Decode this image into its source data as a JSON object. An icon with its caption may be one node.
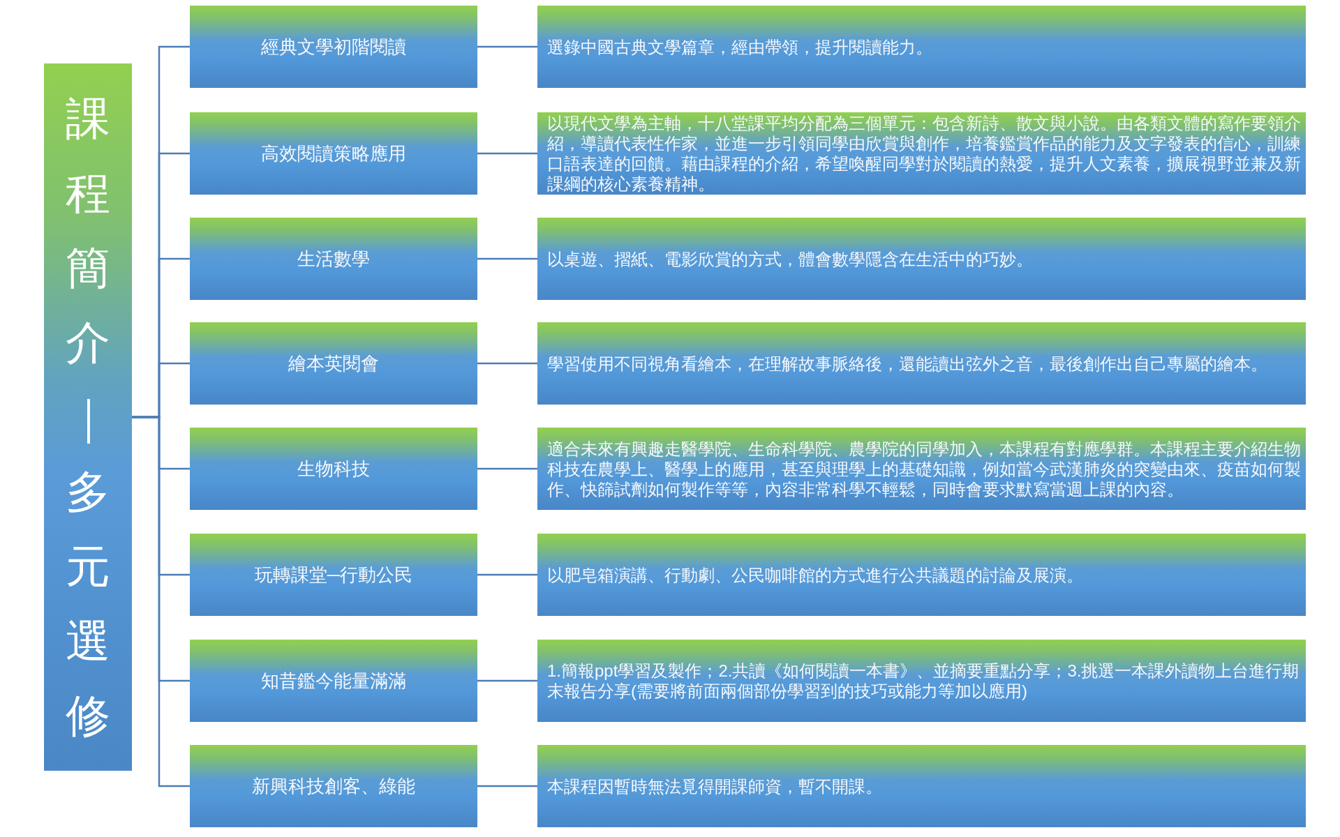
{
  "diagram": {
    "nodes": [
      {
        "text": [
          "課程簡介｜多元選修"
        ]
      },
      {
        "text": [
          "經典文學初階閱讀"
        ]
      },
      {
        "text": [
          "選錄中國古典文學篇章，經由帶領，提升閱讀能力。"
        ]
      },
      {
        "text": [
          "高效閱讀策略應用"
        ]
      },
      {
        "text": [
          "以現代文學為主軸，十八堂課平均分配為三個單元：包含新詩、散文與小說。由各類文體的寫作要領介紹，導讀代表性作家，並進一步引領同學由欣賞與創作，培養鑑賞作品的能力及文字發表的信心，訓練口語表達的回饋。藉由課程的介紹，希望喚醒同學對於閱讀的熱愛，提升人文素養，擴展視野並兼及新課綱的核心素養精神。"
        ]
      },
      {
        "text": [
          "生活數學"
        ]
      },
      {
        "text": [
          "以桌遊、摺紙、電影欣賞的方式，體會數學隱含在生活中的巧妙。"
        ]
      },
      {
        "text": [
          "繪本英閱會"
        ]
      },
      {
        "text": [
          "學習使用不同視角看繪本，在理解故事脈絡後，還能讀出弦外之音，最後創作出自己專屬的繪本。"
        ]
      },
      {
        "text": [
          "生物科技"
        ]
      },
      {
        "text": [
          "適合未來有興趣走醫學院、生命科學院、農學院的同學加入，本課程有對應學群。本課程主要介紹生物科技在農學上、醫學上的應用，甚至與理學上的基礎知識，例如當今武漢肺炎的突變由來、疫苗如何製作、快篩試劑如何製作等等，內容非常科學不輕鬆，同時會要求默寫當週上課的內容。"
        ]
      },
      {
        "text": [
          "玩轉課堂─行動公民"
        ]
      },
      {
        "text": [
          "以肥皂箱演講、行動劇、公民咖啡館的方式進行公共議題的討論及展演。"
        ]
      },
      {
        "text": [
          "知昔鑑今能量滿滿"
        ]
      },
      {
        "text": [
          "1.簡報ppt學習及製作；2.共讀《如何閱讀一本書》、並摘要重點分享；3.挑選一本課外讀物上台進行期末報告分享(需要將前面兩個部份學習到的技巧或能力等加以應用)"
        ]
      },
      {
        "text": [
          "新興科技創客、綠能"
        ]
      },
      {
        "text": [
          "本課程因暫時無法覓得開課師資，暫不開課。"
        ]
      }
    ],
    "edges": [
      {
        "from": 0,
        "to": 1,
        "arrow": "none"
      },
      {
        "from": 0,
        "to": 3,
        "arrow": "none"
      },
      {
        "from": 0,
        "to": 5,
        "arrow": "none"
      },
      {
        "from": 0,
        "to": 7,
        "arrow": "none"
      },
      {
        "from": 0,
        "to": 9,
        "arrow": "none"
      },
      {
        "from": 0,
        "to": 11,
        "arrow": "none"
      },
      {
        "from": 0,
        "to": 13,
        "arrow": "none"
      },
      {
        "from": 0,
        "to": 15,
        "arrow": "none"
      },
      {
        "from": 1,
        "to": 2,
        "arrow": "none"
      },
      {
        "from": 3,
        "to": 4,
        "arrow": "none"
      },
      {
        "from": 5,
        "to": 6,
        "arrow": "none"
      },
      {
        "from": 7,
        "to": 8,
        "arrow": "none"
      },
      {
        "from": 9,
        "to": 10,
        "arrow": "none"
      },
      {
        "from": 11,
        "to": 12,
        "arrow": "none"
      },
      {
        "from": 13,
        "to": 14,
        "arrow": "none"
      },
      {
        "from": 15,
        "to": 16,
        "arrow": "none"
      }
    ]
  }
}
